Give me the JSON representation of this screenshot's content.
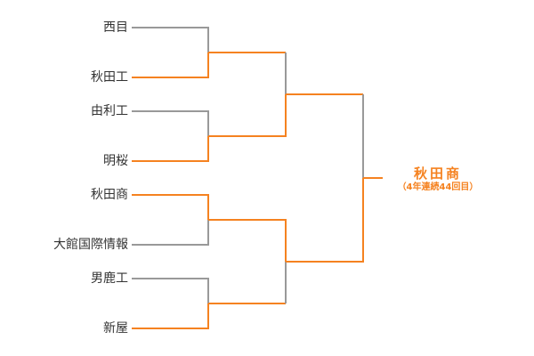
{
  "colors": {
    "winner": "#f58220",
    "loser": "#999999",
    "text": "#333333"
  },
  "teams": [
    "西目",
    "秋田工",
    "由利工",
    "明桜",
    "秋田商",
    "大館国際情報",
    "男鹿工",
    "新屋"
  ],
  "results": {
    "round1_winners": [
      "秋田工",
      "明桜",
      "秋田商",
      "新屋"
    ],
    "round2_winners": [
      "明桜",
      "秋田商"
    ],
    "final_winner": "秋田商"
  },
  "champion": {
    "name": "秋田商",
    "note": "（4年連続44回目）"
  }
}
